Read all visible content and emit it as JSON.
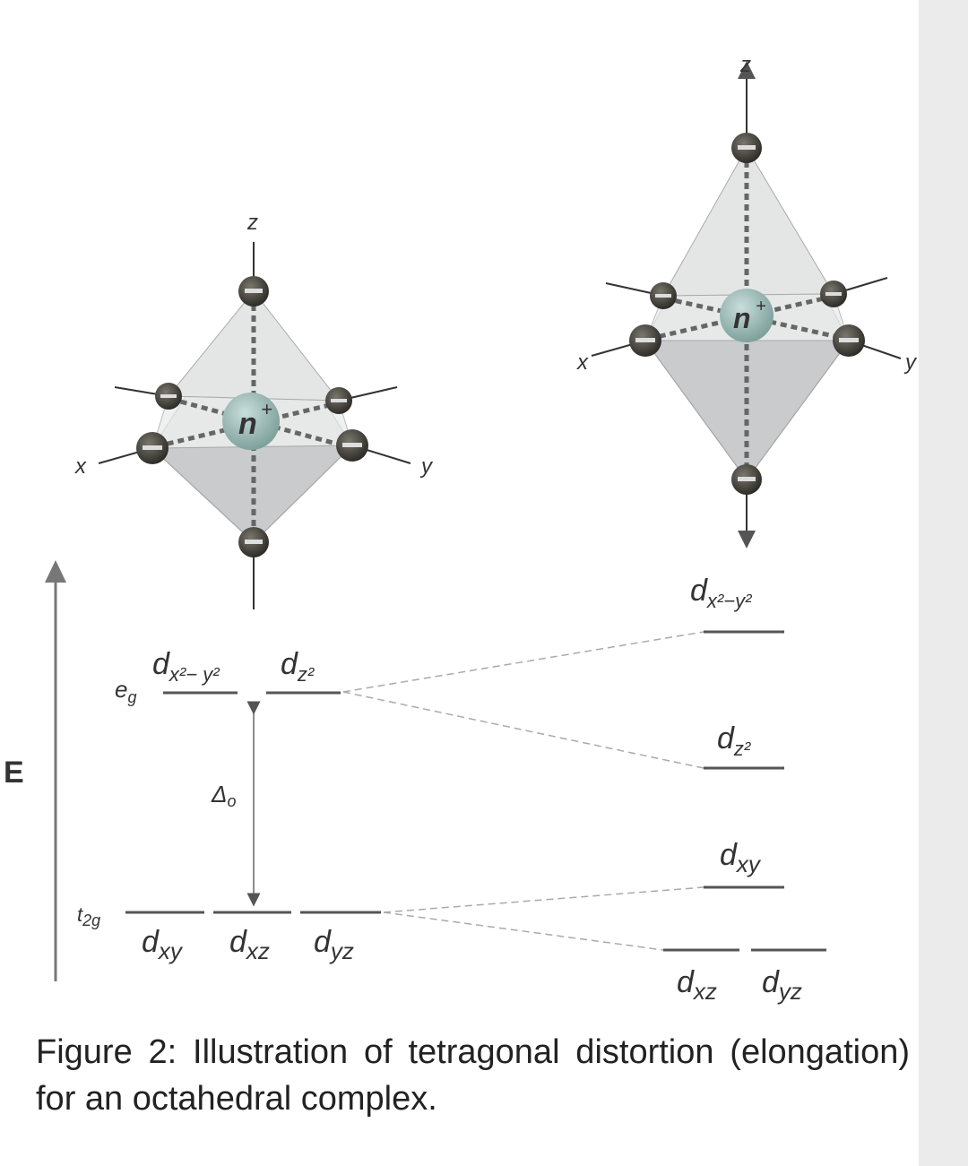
{
  "axes_labels": {
    "x": "x",
    "y": "y",
    "z": "z"
  },
  "metal_label": "n",
  "metal_charge": "+",
  "energy_label": "E",
  "octahedral": {
    "eg": "e",
    "eg_sub": "g",
    "t2g": "t",
    "t2g_sub": "2g",
    "delta": "Δ",
    "delta_sub": "o",
    "orbitals": {
      "dx2y2": "d",
      "dx2y2_sub": "x²− y²",
      "dz2": "d",
      "dz2_sub": "z²",
      "dxy": "d",
      "dxy_sub": "xy",
      "dxz": "d",
      "dxz_sub": "xz",
      "dyz": "d",
      "dyz_sub": "yz"
    }
  },
  "elongated": {
    "orbitals": {
      "dx2y2": "d",
      "dx2y2_sub": "x²−y²",
      "dz2": "d",
      "dz2_sub": "z²",
      "dxy": "d",
      "dxy_sub": "xy",
      "dxz": "d",
      "dxz_sub": "xz",
      "dyz": "d",
      "dyz_sub": "yz"
    }
  },
  "colors": {
    "ligand": "#3f3d36",
    "metal": "#9fbfbb",
    "face": "#d9dbdc",
    "line": "#555555"
  },
  "caption": "Figure 2: Illustration of tetragonal distortion (elongation) for an octahedral complex."
}
